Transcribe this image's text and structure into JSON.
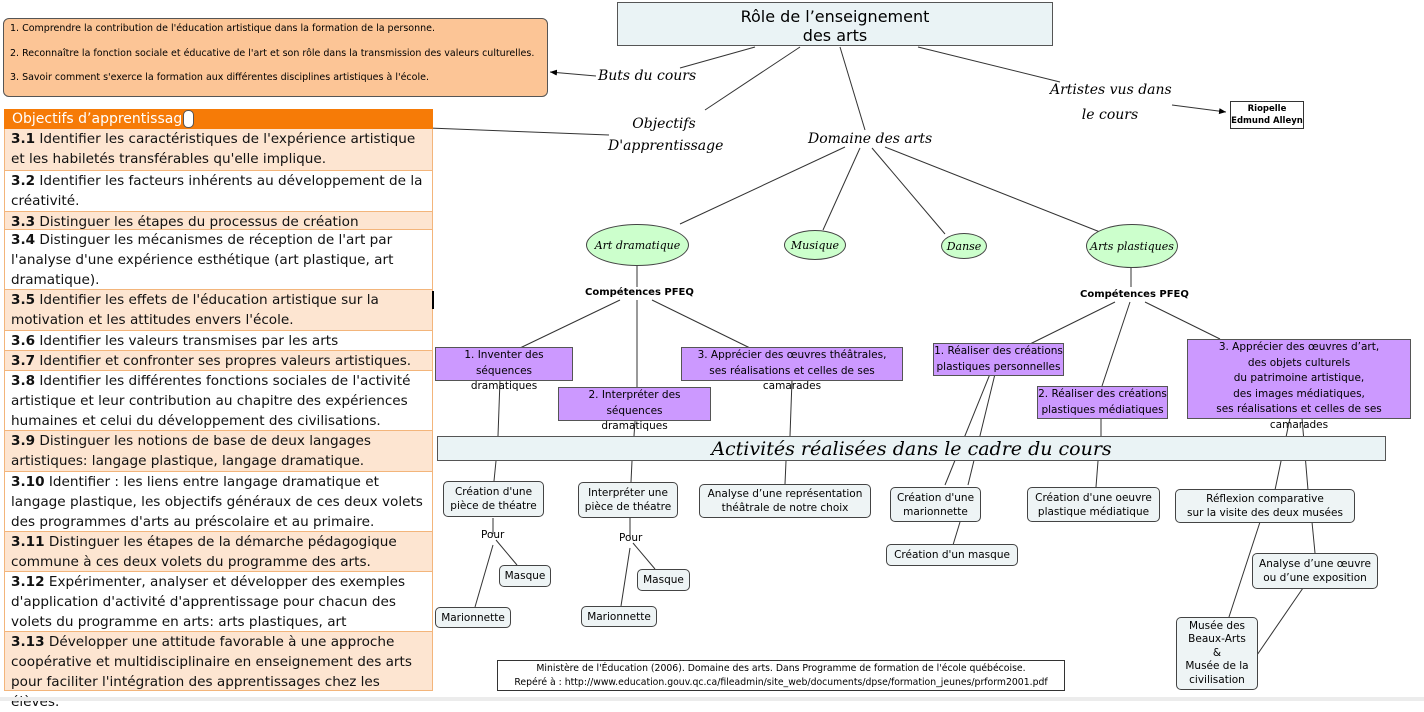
{
  "title": {
    "line1": "Rôle de l’enseignement",
    "line2": "des arts"
  },
  "branches": {
    "buts": "Buts du cours",
    "objectifs_line1": "Objectifs",
    "objectifs_line2": "D'apprentissage",
    "domaine": "Domaine des arts",
    "artistes_line1": "Artistes vus dans",
    "artistes_line2": "le cours"
  },
  "artists": [
    "Riopelle",
    "Edmund Alleyn"
  ],
  "buts": [
    "1. Comprendre la contribution de l'éducation artistique dans la formation de la personne.",
    "2. Reconnaître la fonction sociale et éducative de l'art et son rôle dans la transmission des valeurs culturelles.",
    "3. Savoir comment s'exerce la formation aux différentes disciplines artistiques à l'école."
  ],
  "objectifs": {
    "header": "Objectifs d’apprentissage",
    "rows": [
      {
        "num": "3.1",
        "text": " Identifier les caractéristiques de l'expérience artistique et les habiletés transférables qu'elle implique."
      },
      {
        "num": "3.2",
        "text": " Identifier les facteurs inhérents au développement de la créativité."
      },
      {
        "num": "3.3",
        "text": " Distinguer les étapes du processus de création"
      },
      {
        "num": "3.4",
        "text": " Distinguer les mécanismes de réception de l'art par l'analyse d'une expérience esthétique (art plastique, art dramatique)."
      },
      {
        "num": "3.5",
        "text": " Identifier les effets de l'éducation artistique sur la motivation et les attitudes envers l'école."
      },
      {
        "num": "3.6",
        "text": " Identifier les valeurs transmises par les arts"
      },
      {
        "num": "3.7",
        "text": " Identifier et confronter ses propres valeurs artistiques."
      },
      {
        "num": "3.8",
        "text": " Identifier les différentes fonctions sociales de l'activité artistique et leur contribution au chapitre des expériences humaines et celui du développement des civilisations."
      },
      {
        "num": "3.9",
        "text": " Distinguer les notions de base de deux langages artistiques: langage plastique, langage dramatique."
      },
      {
        "num": "3.10",
        "text": " Identifier : les liens entre langage dramatique et langage plastique, les objectifs généraux de ces deux volets des programmes d'arts au préscolaire et au primaire."
      },
      {
        "num": "3.11",
        "text": " Distinguer les étapes de la démarche pédagogique commune à ces deux volets du programme des arts."
      },
      {
        "num": "3.12",
        "text": " Expérimenter, analyser et développer des exemples d'application d'activité d'apprentissage pour chacun des volets du programme en arts: arts plastiques, art dramatique."
      },
      {
        "num": "3.13",
        "text": " Développer une attitude favorable à une approche coopérative et multidisciplinaire en enseignement des arts pour faciliter l'intégration des apprentissages chez les élèves."
      }
    ]
  },
  "domains": [
    "Art dramatique",
    "Musique",
    "Danse",
    "Arts plastiques"
  ],
  "competences_label": "Compétences PFEQ",
  "drama_competences": [
    [
      "1. Inventer des séquences",
      "dramatiques"
    ],
    [
      "2. Interpréter des séquences",
      "dramatiques"
    ],
    [
      "3. Apprécier des œuvres théâtrales,",
      "ses réalisations et celles de ses camarades"
    ]
  ],
  "plastic_competences": [
    [
      "1. Réaliser des créations",
      "plastiques personnelles"
    ],
    [
      "2. Réaliser des créations",
      "plastiques médiatiques"
    ],
    [
      "3. Apprécier des œuvres d’art,",
      "des objets culturels",
      "du patrimoine artistique,",
      "des images médiatiques,",
      "ses réalisations et celles de ses camarades"
    ]
  ],
  "activities_title": "Activités réalisées dans le cadre du cours",
  "activities": {
    "creation_piece": [
      "Création d'une",
      "pièce de théatre"
    ],
    "interpreter_piece": [
      "Interpréter une",
      "pièce de théatre"
    ],
    "analyse_representation": [
      "Analyse d’une représentation",
      "théâtrale de notre choix"
    ],
    "creation_marionnette": [
      "Création d'une",
      "marionnette"
    ],
    "creation_masque": "Création d'un masque",
    "creation_oeuvre": [
      "Création d'une oeuvre",
      "plastique médiatique"
    ],
    "reflexion": [
      "Réflexion comparative",
      "sur la visite des deux musées"
    ],
    "analyse_oeuvre": [
      "Analyse d’une œuvre",
      "ou d’une exposition"
    ],
    "musees": [
      "Musée des",
      "Beaux-Arts",
      "&",
      "Musée de la",
      "civilisation"
    ],
    "pour": "Pour",
    "masque": "Masque",
    "marionnette": "Marionnette"
  },
  "reference": {
    "line1": "Ministère de l'Éducation (2006). Domaine des arts. Dans Programme de formation de l'école québécoise.",
    "line2": "Repéré à : http://www.education.gouv.qc.ca/fileadmin/site_web/documents/dpse/formation_jeunes/prform2001.pdf"
  },
  "colors": {
    "buts_fill": "#fcc596",
    "objectifs_header": "#f67b07",
    "objectifs_row_alt": "#fde5d1",
    "domain_fill": "#ccffcc",
    "competence_fill": "#cc99ff",
    "node_fill": "#eef4f5"
  }
}
